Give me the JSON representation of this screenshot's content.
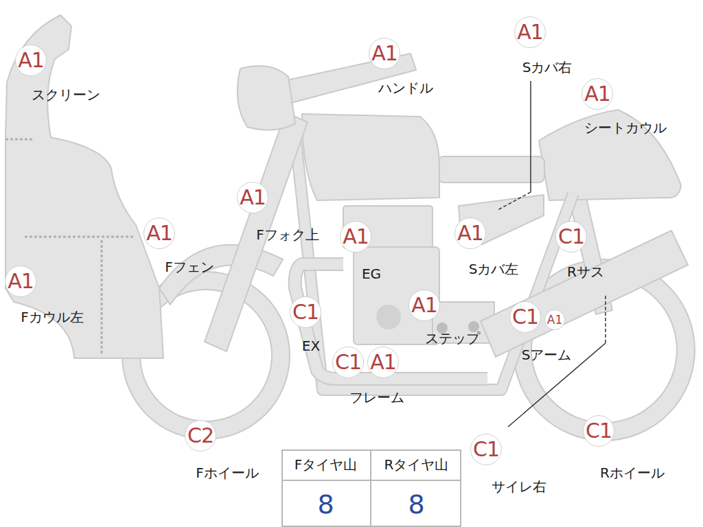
{
  "diagram": {
    "nodes": [
      {
        "text": [
          "A1",
          "スクリーン"
        ]
      },
      {
        "text": [
          "A1",
          "ハンドル"
        ]
      },
      {
        "text": [
          "A1",
          "Sカバ右"
        ]
      },
      {
        "text": [
          "A1",
          "シートカウル"
        ]
      },
      {
        "text": [
          "A1",
          "Fフォク上"
        ]
      },
      {
        "text": [
          "A1",
          "Fフェン"
        ]
      },
      {
        "text": [
          "A1",
          "EG"
        ]
      },
      {
        "text": [
          "A1",
          "Sカバ左"
        ]
      },
      {
        "text": [
          "C1",
          "Rサス"
        ]
      },
      {
        "text": [
          "A1",
          "Fカウル左"
        ]
      },
      {
        "text": [
          "C1",
          "EX"
        ]
      },
      {
        "text": [
          "A1",
          "ステップ"
        ]
      },
      {
        "text": [
          "C1",
          "Sアーム"
        ]
      },
      {
        "text": [
          "A1"
        ]
      },
      {
        "text": [
          "C1"
        ]
      },
      {
        "text": [
          "A1",
          "フレーム"
        ]
      },
      {
        "text": [
          "C2",
          "Fホイール"
        ]
      },
      {
        "text": [
          "C1",
          "サイレ右"
        ]
      },
      {
        "text": [
          "C1",
          "Rホイール"
        ]
      }
    ],
    "edges": [],
    "labels": [
      "Fタイヤ山",
      "Rタイヤ山",
      "8",
      "8"
    ]
  }
}
